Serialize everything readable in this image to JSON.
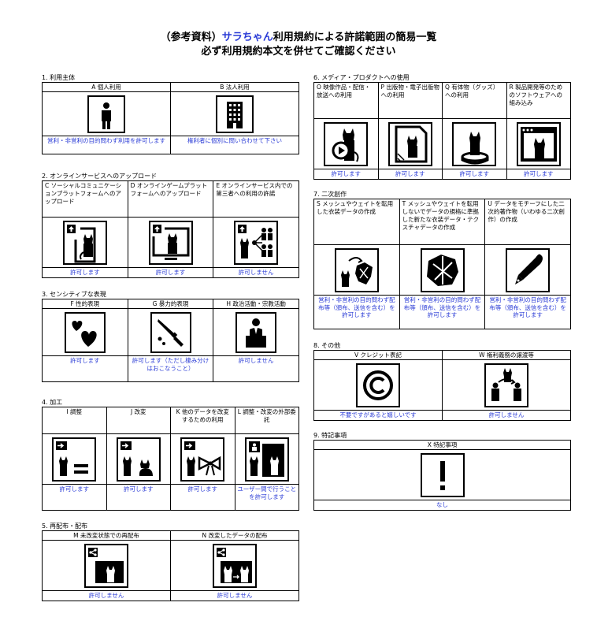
{
  "title": {
    "line1_pre": "（参考資料）",
    "line1_brand": "サラちゃん",
    "line1_post": "利用規約による許諾範囲の簡易一覧",
    "line2": "必ず利用規約本文を併せてご確認ください"
  },
  "colors": {
    "accent": "#2a3bd6",
    "border": "#000000"
  },
  "sections": {
    "s1": {
      "title": "1. 利用主体",
      "items": [
        {
          "header": "A 個人利用",
          "icon": "person-icon",
          "status": "営利・非営利の目的問わず利用を許可します"
        },
        {
          "header": "B 法人利用",
          "icon": "building-icon",
          "status": "権利者に個別に問い合わせて下さい"
        }
      ]
    },
    "s2": {
      "title": "2. オンラインサービスへのアップロード",
      "items": [
        {
          "header": "C ソーシャルコミュニケーションプラットフォームへのアップロード",
          "icon": "social-upload-icon",
          "status": "許可します"
        },
        {
          "header": "D オンラインゲームプラットフォームへのアップロード",
          "icon": "game-upload-icon",
          "status": "許可します"
        },
        {
          "header": "E オンラインサービス内での第三者への利用の許諾",
          "icon": "third-party-share-icon",
          "status": "許可しません"
        }
      ]
    },
    "s3": {
      "title": "3. センシティブな表現",
      "items": [
        {
          "header": "F 性的表現",
          "icon": "hearts-icon",
          "status": "許可します"
        },
        {
          "header": "G 暴力的表現",
          "icon": "knife-icon",
          "status": "許可します（ただし棲み分けはおこなうこと）"
        },
        {
          "header": "H 政治活動・宗教活動",
          "icon": "podium-icon",
          "status": "許可しません"
        }
      ]
    },
    "s4": {
      "title": "4. 加工",
      "items": [
        {
          "header": "I 調整",
          "icon": "adjust-icon",
          "status": "許可します"
        },
        {
          "header": "J 改変",
          "icon": "modify-icon",
          "status": "許可します"
        },
        {
          "header": "K 他のデータを改変するための利用",
          "icon": "use-for-other-icon",
          "status": "許可します"
        },
        {
          "header": "L 調整・改変の外部委託",
          "icon": "outsource-icon",
          "status": "ユーザー間で行うことを許可します"
        }
      ]
    },
    "s5": {
      "title": "5. 再配布・配布",
      "items": [
        {
          "header": "M 未改変状態での再配布",
          "icon": "redistribute-icon",
          "status": "許可しません"
        },
        {
          "header": "N 改変したデータの配布",
          "icon": "distribute-modified-icon",
          "status": "許可しません"
        }
      ]
    },
    "s6": {
      "title": "6. メディア・プロダクトへの使用",
      "items": [
        {
          "header": "O 映像作品・配信・放送への利用",
          "icon": "video-icon",
          "status": "許可します"
        },
        {
          "header": "P 出版物・電子出版物への利用",
          "icon": "publication-icon",
          "status": "許可します"
        },
        {
          "header": "Q 有体物（グッズ）への利用",
          "icon": "goods-icon",
          "status": "許可します"
        },
        {
          "header": "R 製品開発等のためのソフトウェアへの組み込み",
          "icon": "software-icon",
          "status": "許可します"
        }
      ]
    },
    "s7": {
      "title": "7. 二次創作",
      "items": [
        {
          "header": "S メッシュやウェイトを転用した衣装データの作成",
          "icon": "cloth-transfer-icon",
          "status": "営利・非営利の目的問わず配布等（頒布、送信を含む）を許可します"
        },
        {
          "header": "T メッシュやウェイトを転用しないでデータの規格に準拠した新たな衣装データ・テクスチャデータの作成",
          "icon": "cloth-new-icon",
          "status": "営利・非営利の目的問わず配布等（頒布、送信を含む）を許可します"
        },
        {
          "header": "U データをモチーフにした二次的著作物（いわゆる二次創作）の作成",
          "icon": "pen-icon",
          "status": "営利・非営利の目的問わず配布等（頒布、送信を含む）を許可します"
        }
      ]
    },
    "s8": {
      "title": "8. その他",
      "items": [
        {
          "header": "V クレジット表記",
          "icon": "copyright-icon",
          "status": "不要ですがあると嬉しいです"
        },
        {
          "header": "W 権利義務の譲渡等",
          "icon": "transfer-rights-icon",
          "status": "許可しません"
        }
      ]
    },
    "s9": {
      "title": "9. 特記事項",
      "items": [
        {
          "header": "X 特記事項",
          "icon": "exclamation-icon",
          "status": "なし"
        }
      ]
    }
  }
}
